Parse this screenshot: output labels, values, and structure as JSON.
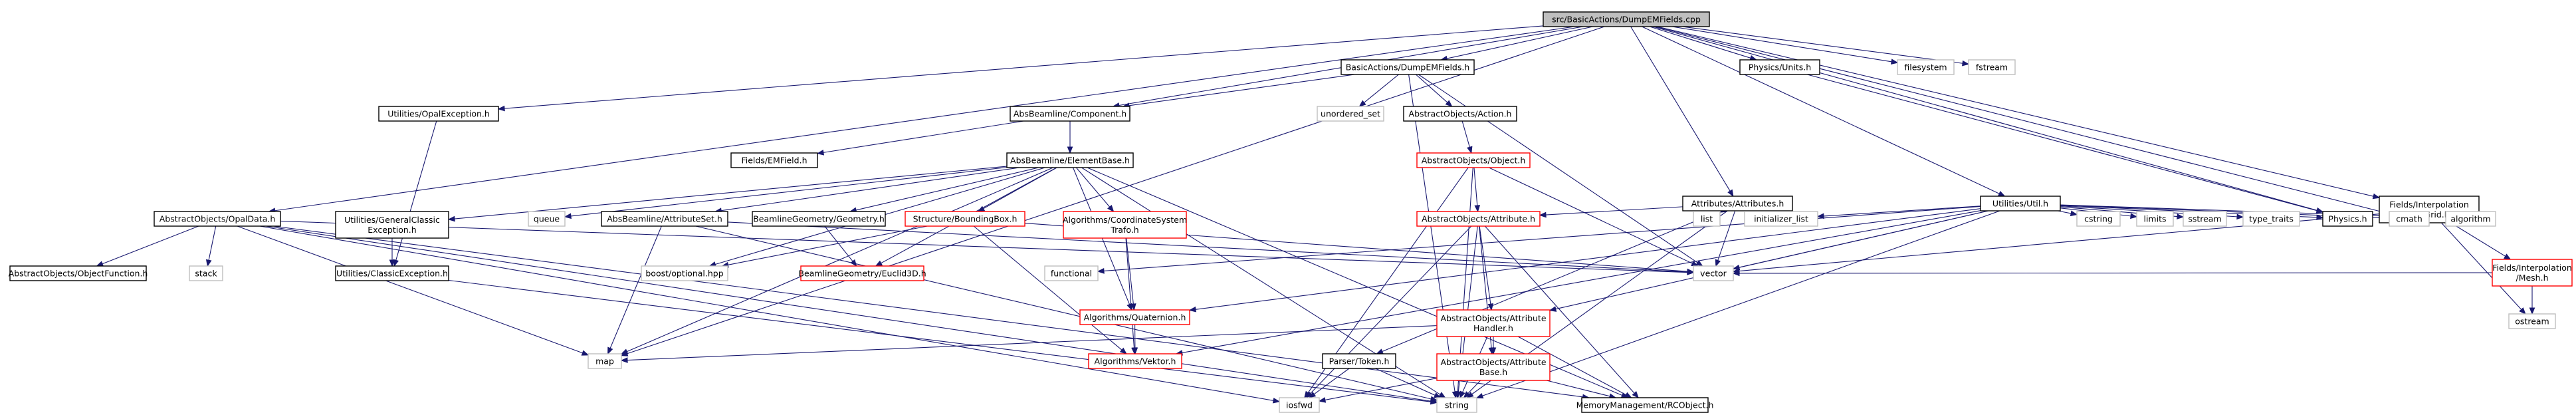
{
  "nodes": [
    {
      "id": "DumpEMFields_cpp",
      "label": [
        "src/BasicActions/DumpEMFields.cpp"
      ],
      "style": "root"
    },
    {
      "id": "DumpEMFields_h",
      "label": [
        "BasicActions/DumpEMFields.h"
      ],
      "style": "black"
    },
    {
      "id": "Physics_Units_h",
      "label": [
        "Physics/Units.h"
      ],
      "style": "black"
    },
    {
      "id": "filesystem",
      "label": [
        "filesystem"
      ],
      "style": "grey"
    },
    {
      "id": "fstream",
      "label": [
        "fstream"
      ],
      "style": "grey"
    },
    {
      "id": "OpalException_h",
      "label": [
        "Utilities/OpalException.h"
      ],
      "style": "black"
    },
    {
      "id": "Component_h",
      "label": [
        "AbsBeamline/Component.h"
      ],
      "style": "black"
    },
    {
      "id": "unordered_set",
      "label": [
        "unordered_set"
      ],
      "style": "grey"
    },
    {
      "id": "Action_h",
      "label": [
        "AbstractObjects/Action.h"
      ],
      "style": "black"
    },
    {
      "id": "NDGrid_h",
      "label": [
        "Fields/Interpolation",
        "/NDGrid.h"
      ],
      "style": "black"
    },
    {
      "id": "EMField_h",
      "label": [
        "Fields/EMField.h"
      ],
      "style": "black"
    },
    {
      "id": "ElementBase_h",
      "label": [
        "AbsBeamline/ElementBase.h"
      ],
      "style": "black"
    },
    {
      "id": "Object_h",
      "label": [
        "AbstractObjects/Object.h"
      ],
      "style": "red"
    },
    {
      "id": "Attributes_h",
      "label": [
        "Attributes/Attributes.h"
      ],
      "style": "black"
    },
    {
      "id": "Util_h",
      "label": [
        "Utilities/Util.h"
      ],
      "style": "black"
    },
    {
      "id": "OpalData_h",
      "label": [
        "AbstractObjects/OpalData.h"
      ],
      "style": "black"
    },
    {
      "id": "GeneralClassicException_h",
      "label": [
        "Utilities/GeneralClassic",
        "Exception.h"
      ],
      "style": "black"
    },
    {
      "id": "queue",
      "label": [
        "queue"
      ],
      "style": "grey"
    },
    {
      "id": "AttributeSet_h",
      "label": [
        "AbsBeamline/AttributeSet.h"
      ],
      "style": "black"
    },
    {
      "id": "Geometry_h",
      "label": [
        "BeamlineGeometry/Geometry.h"
      ],
      "style": "black"
    },
    {
      "id": "BoundingBox_h",
      "label": [
        "Structure/BoundingBox.h"
      ],
      "style": "red"
    },
    {
      "id": "CoordinateSystemTrafo_h",
      "label": [
        "Algorithms/CoordinateSystem",
        "Trafo.h"
      ],
      "style": "red"
    },
    {
      "id": "Attribute_h",
      "label": [
        "AbstractObjects/Attribute.h"
      ],
      "style": "red"
    },
    {
      "id": "list",
      "label": [
        "list"
      ],
      "style": "grey"
    },
    {
      "id": "initializer_list",
      "label": [
        "initializer_list"
      ],
      "style": "grey"
    },
    {
      "id": "cstring",
      "label": [
        "cstring"
      ],
      "style": "grey"
    },
    {
      "id": "limits",
      "label": [
        "limits"
      ],
      "style": "grey"
    },
    {
      "id": "sstream",
      "label": [
        "sstream"
      ],
      "style": "grey"
    },
    {
      "id": "type_traits",
      "label": [
        "type_traits"
      ],
      "style": "grey"
    },
    {
      "id": "Physics_h",
      "label": [
        "Physics.h"
      ],
      "style": "black"
    },
    {
      "id": "cmath",
      "label": [
        "cmath"
      ],
      "style": "grey"
    },
    {
      "id": "algorithm",
      "label": [
        "algorithm"
      ],
      "style": "grey"
    },
    {
      "id": "Mesh_h",
      "label": [
        "Fields/Interpolation",
        "/Mesh.h"
      ],
      "style": "red"
    },
    {
      "id": "ObjectFunction_h",
      "label": [
        "AbstractObjects/ObjectFunction.h"
      ],
      "style": "black"
    },
    {
      "id": "stack",
      "label": [
        "stack"
      ],
      "style": "grey"
    },
    {
      "id": "ClassicException_h",
      "label": [
        "Utilities/ClassicException.h"
      ],
      "style": "black"
    },
    {
      "id": "boost_optional_hpp",
      "label": [
        "boost/optional.hpp"
      ],
      "style": "grey"
    },
    {
      "id": "Euclid3D_h",
      "label": [
        "BeamlineGeometry/Euclid3D.h"
      ],
      "style": "red"
    },
    {
      "id": "functional",
      "label": [
        "functional"
      ],
      "style": "grey"
    },
    {
      "id": "Quaternion_h",
      "label": [
        "Algorithms/Quaternion.h"
      ],
      "style": "red"
    },
    {
      "id": "vector",
      "label": [
        "vector"
      ],
      "style": "grey"
    },
    {
      "id": "ostream",
      "label": [
        "ostream"
      ],
      "style": "grey"
    },
    {
      "id": "AttributeHandler_h",
      "label": [
        "AbstractObjects/Attribute",
        "Handler.h"
      ],
      "style": "red"
    },
    {
      "id": "map",
      "label": [
        "map"
      ],
      "style": "grey"
    },
    {
      "id": "Vektor_h",
      "label": [
        "Algorithms/Vektor.h"
      ],
      "style": "red"
    },
    {
      "id": "Token_h",
      "label": [
        "Parser/Token.h"
      ],
      "style": "black"
    },
    {
      "id": "AttributeBase_h",
      "label": [
        "AbstractObjects/Attribute",
        "Base.h"
      ],
      "style": "red"
    },
    {
      "id": "iosfwd",
      "label": [
        "iosfwd"
      ],
      "style": "grey"
    },
    {
      "id": "string",
      "label": [
        "string"
      ],
      "style": "grey"
    },
    {
      "id": "RCObject_h",
      "label": [
        "MemoryManagement/RCObject.h"
      ],
      "style": "black"
    }
  ],
  "edges": [
    [
      "DumpEMFields_cpp",
      "DumpEMFields_h"
    ],
    [
      "DumpEMFields_cpp",
      "Physics_Units_h"
    ],
    [
      "DumpEMFields_cpp",
      "filesystem"
    ],
    [
      "DumpEMFields_cpp",
      "fstream"
    ],
    [
      "DumpEMFields_cpp",
      "OpalException_h"
    ],
    [
      "DumpEMFields_cpp",
      "Component_h"
    ],
    [
      "DumpEMFields_cpp",
      "NDGrid_h"
    ],
    [
      "DumpEMFields_cpp",
      "Attributes_h"
    ],
    [
      "DumpEMFields_cpp",
      "Util_h"
    ],
    [
      "DumpEMFields_cpp",
      "OpalData_h"
    ],
    [
      "DumpEMFields_cpp",
      "map"
    ],
    [
      "DumpEMFields_cpp",
      "cmath"
    ],
    [
      "DumpEMFields_cpp",
      "Physics_h"
    ],
    [
      "DumpEMFields_h",
      "Component_h"
    ],
    [
      "DumpEMFields_h",
      "unordered_set"
    ],
    [
      "DumpEMFields_h",
      "Action_h"
    ],
    [
      "DumpEMFields_h",
      "string"
    ],
    [
      "DumpEMFields_h",
      "vector"
    ],
    [
      "Physics_Units_h",
      "Physics_h"
    ],
    [
      "OpalException_h",
      "ClassicException_h"
    ],
    [
      "Component_h",
      "EMField_h"
    ],
    [
      "Component_h",
      "ElementBase_h"
    ],
    [
      "Action_h",
      "Object_h"
    ],
    [
      "ElementBase_h",
      "GeneralClassicException_h"
    ],
    [
      "ElementBase_h",
      "queue"
    ],
    [
      "ElementBase_h",
      "AttributeSet_h"
    ],
    [
      "ElementBase_h",
      "Geometry_h"
    ],
    [
      "ElementBase_h",
      "BoundingBox_h"
    ],
    [
      "ElementBase_h",
      "CoordinateSystemTrafo_h"
    ],
    [
      "ElementBase_h",
      "Quaternion_h"
    ],
    [
      "ElementBase_h",
      "Euclid3D_h"
    ],
    [
      "ElementBase_h",
      "boost_optional_hpp"
    ],
    [
      "ElementBase_h",
      "map"
    ],
    [
      "ElementBase_h",
      "string"
    ],
    [
      "ElementBase_h",
      "RCObject_h"
    ],
    [
      "Object_h",
      "Attribute_h"
    ],
    [
      "Object_h",
      "iosfwd"
    ],
    [
      "Object_h",
      "string"
    ],
    [
      "Object_h",
      "vector"
    ],
    [
      "Attributes_h",
      "Attribute_h"
    ],
    [
      "Attributes_h",
      "list"
    ],
    [
      "Attributes_h",
      "initializer_list"
    ],
    [
      "Attributes_h",
      "vector"
    ],
    [
      "Attributes_h",
      "string"
    ],
    [
      "Attributes_h",
      "Token_h"
    ],
    [
      "Util_h",
      "initializer_list"
    ],
    [
      "Util_h",
      "cstring"
    ],
    [
      "Util_h",
      "limits"
    ],
    [
      "Util_h",
      "sstream"
    ],
    [
      "Util_h",
      "type_traits"
    ],
    [
      "Util_h",
      "Physics_h"
    ],
    [
      "Util_h",
      "cmath"
    ],
    [
      "Util_h",
      "algorithm"
    ],
    [
      "Util_h",
      "functional"
    ],
    [
      "Util_h",
      "Quaternion_h"
    ],
    [
      "Util_h",
      "vector"
    ],
    [
      "Util_h",
      "Vektor_h"
    ],
    [
      "Util_h",
      "string"
    ],
    [
      "Util_h",
      "AttributeHandler_h"
    ],
    [
      "NDGrid_h",
      "cmath"
    ],
    [
      "NDGrid_h",
      "algorithm"
    ],
    [
      "NDGrid_h",
      "Mesh_h"
    ],
    [
      "NDGrid_h",
      "vector"
    ],
    [
      "NDGrid_h",
      "ostream"
    ],
    [
      "Mesh_h",
      "vector"
    ],
    [
      "Mesh_h",
      "ostream"
    ],
    [
      "OpalData_h",
      "ObjectFunction_h"
    ],
    [
      "OpalData_h",
      "stack"
    ],
    [
      "OpalData_h",
      "map"
    ],
    [
      "OpalData_h",
      "vector"
    ],
    [
      "OpalData_h",
      "iosfwd"
    ],
    [
      "OpalData_h",
      "string"
    ],
    [
      "OpalData_h",
      "RCObject_h"
    ],
    [
      "GeneralClassicException_h",
      "ClassicException_h"
    ],
    [
      "ClassicException_h",
      "string"
    ],
    [
      "AttributeSet_h",
      "map"
    ],
    [
      "AttributeSet_h",
      "string"
    ],
    [
      "AttributeSet_h",
      "vector"
    ],
    [
      "Geometry_h",
      "Euclid3D_h"
    ],
    [
      "BoundingBox_h",
      "Vektor_h"
    ],
    [
      "BoundingBox_h",
      "boost_optional_hpp"
    ],
    [
      "BoundingBox_h",
      "vector"
    ],
    [
      "CoordinateSystemTrafo_h",
      "Quaternion_h"
    ],
    [
      "CoordinateSystemTrafo_h",
      "Vektor_h"
    ],
    [
      "Quaternion_h",
      "Vektor_h"
    ],
    [
      "Attribute_h",
      "AttributeHandler_h"
    ],
    [
      "Attribute_h",
      "AttributeBase_h"
    ],
    [
      "Attribute_h",
      "iosfwd"
    ],
    [
      "Attribute_h",
      "string"
    ],
    [
      "Attribute_h",
      "RCObject_h"
    ],
    [
      "AttributeHandler_h",
      "AttributeBase_h"
    ],
    [
      "AttributeHandler_h",
      "map"
    ],
    [
      "AttributeHandler_h",
      "string"
    ],
    [
      "AttributeHandler_h",
      "RCObject_h"
    ],
    [
      "AttributeBase_h",
      "iosfwd"
    ],
    [
      "AttributeBase_h",
      "string"
    ],
    [
      "AttributeBase_h",
      "RCObject_h"
    ],
    [
      "Token_h",
      "iosfwd"
    ],
    [
      "Token_h",
      "string"
    ]
  ]
}
